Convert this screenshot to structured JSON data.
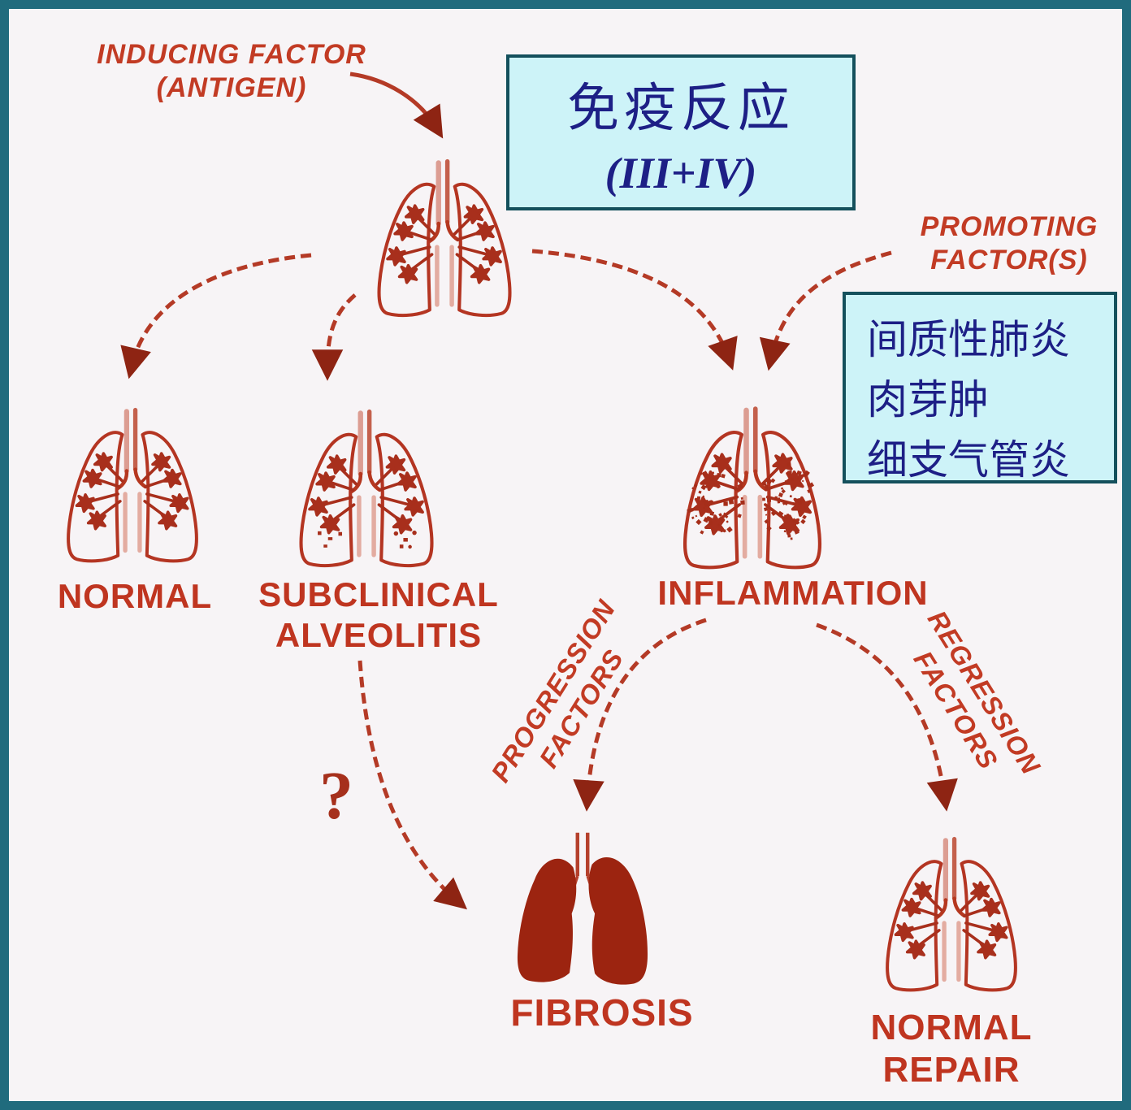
{
  "diagram": {
    "inducing_factor": [
      "INDUCING FACTOR",
      "(ANTIGEN)"
    ],
    "promoting_factor": [
      "PROMOTING",
      "FACTOR(S)"
    ],
    "immune_response_box": {
      "title": "免疫反应",
      "types": "(III+IV)"
    },
    "disease_box": [
      "间质性肺炎",
      "肉芽肿",
      "细支气管炎"
    ],
    "nodes": {
      "normal": "NORMAL",
      "subclinical": [
        "SUBCLINICAL",
        "ALVEOLITIS"
      ],
      "inflammation": "INFLAMMATION",
      "fibrosis": "FIBROSIS",
      "normal_repair": [
        "NORMAL",
        "REPAIR"
      ]
    },
    "edges": {
      "progression": [
        "PROGRESSION",
        "FACTORS"
      ],
      "regression": [
        "REGRESSION",
        "FACTORS"
      ],
      "uncertain_mark": "?"
    }
  },
  "colors": {
    "outline_red": "#b43522",
    "arrow_dark_red": "#8e2413",
    "label_red": "#bf3520",
    "navy_text": "#1d1f86",
    "box_background": "#cdf3f8",
    "box_border": "#14505c",
    "frame_border": "#206b7d",
    "page_background": "#f7f4f6",
    "fibrosis_fill": "#9c2410"
  }
}
